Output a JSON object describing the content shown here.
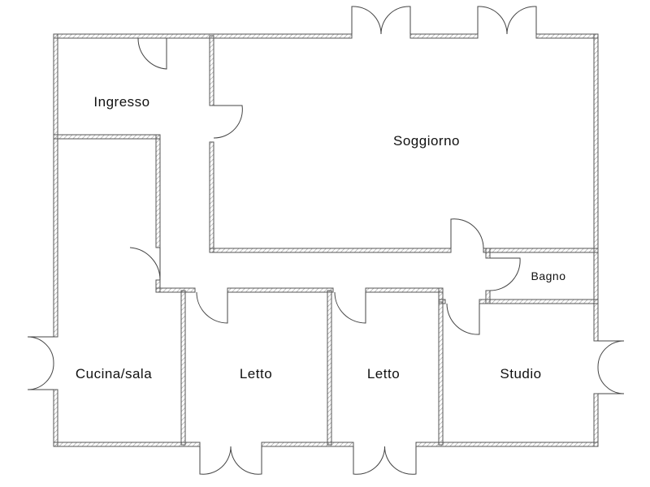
{
  "rooms": {
    "ingresso": "Ingresso",
    "soggiorno": "Soggiorno",
    "bagno": "Bagno",
    "cucina": "Cucina/sala",
    "letto1": "Letto",
    "letto2": "Letto",
    "studio": "Studio"
  },
  "colors": {
    "wall": "#555555",
    "hatch": "#9a9a9a",
    "door": "#444444"
  }
}
